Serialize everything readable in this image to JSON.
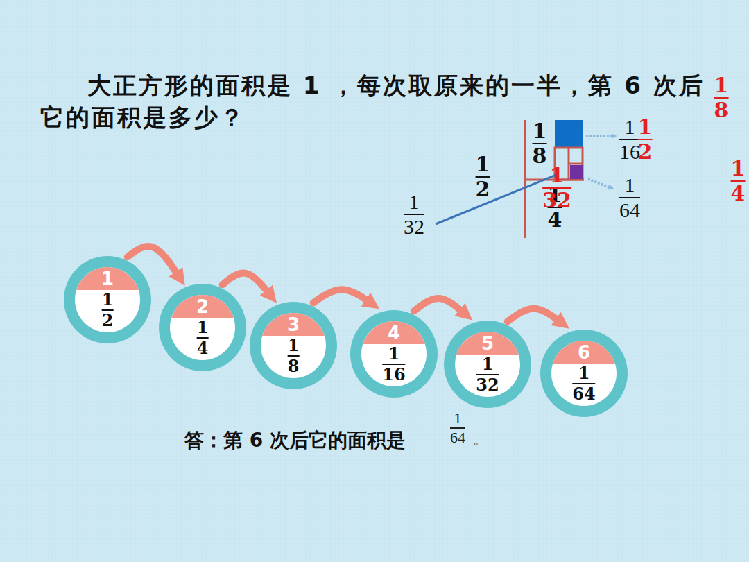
{
  "diagram": {
    "title": "大正方形的面积是 1 ，每次取原来的一半，第 6 次后它的面积是多少？",
    "nodes": [
      {
        "text": [
          "1",
          "1",
          "2"
        ]
      },
      {
        "text": [
          "2",
          "1",
          "4"
        ]
      },
      {
        "text": [
          "3",
          "1",
          "8"
        ]
      },
      {
        "text": [
          "4",
          "1",
          "16"
        ]
      },
      {
        "text": [
          "5",
          "1",
          "32"
        ]
      },
      {
        "text": [
          "6",
          "1",
          "64"
        ]
      }
    ],
    "edges": [
      {
        "from": 0,
        "to": 1,
        "arrow": "to"
      },
      {
        "from": 1,
        "to": 2,
        "arrow": "to"
      },
      {
        "from": 2,
        "to": 3,
        "arrow": "to"
      },
      {
        "from": 3,
        "to": 4,
        "arrow": "to"
      },
      {
        "from": 4,
        "to": 5,
        "arrow": "to"
      }
    ],
    "labels": [
      "1",
      "2",
      "1",
      "8",
      "1",
      "16",
      "1",
      "64",
      "1",
      "4",
      "1",
      "32",
      "1",
      "8",
      "1",
      "2",
      "1",
      "4",
      "1",
      "32",
      "答：第 6 次后它的面积是",
      "1",
      "64",
      "。"
    ]
  }
}
